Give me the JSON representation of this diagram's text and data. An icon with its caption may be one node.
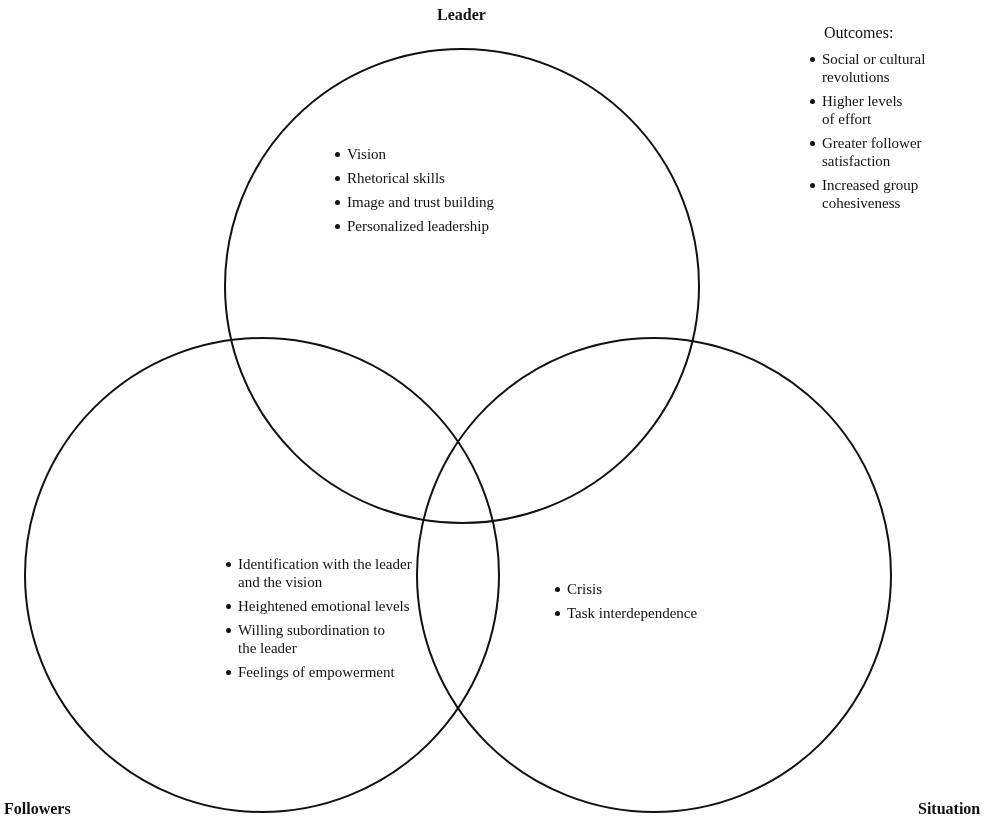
{
  "diagram": {
    "nodes": [
      {
        "text": [
          "Leader",
          "Vision",
          "Rhetorical skills",
          "Image and trust building",
          "Personalized leadership"
        ]
      },
      {
        "text": [
          "Followers",
          "Identification with the leader and the vision",
          "Heightened emotional levels",
          "Willing subordination to the leader",
          "Feelings of empowerment"
        ]
      },
      {
        "text": [
          "Situation",
          "Crisis",
          "Task interdependence"
        ]
      }
    ],
    "labels": [
      "Outcomes:",
      "Social or cultural revolutions",
      "Higher levels of effort",
      "Greater follower satisfaction",
      "Increased group cohesiveness"
    ]
  }
}
